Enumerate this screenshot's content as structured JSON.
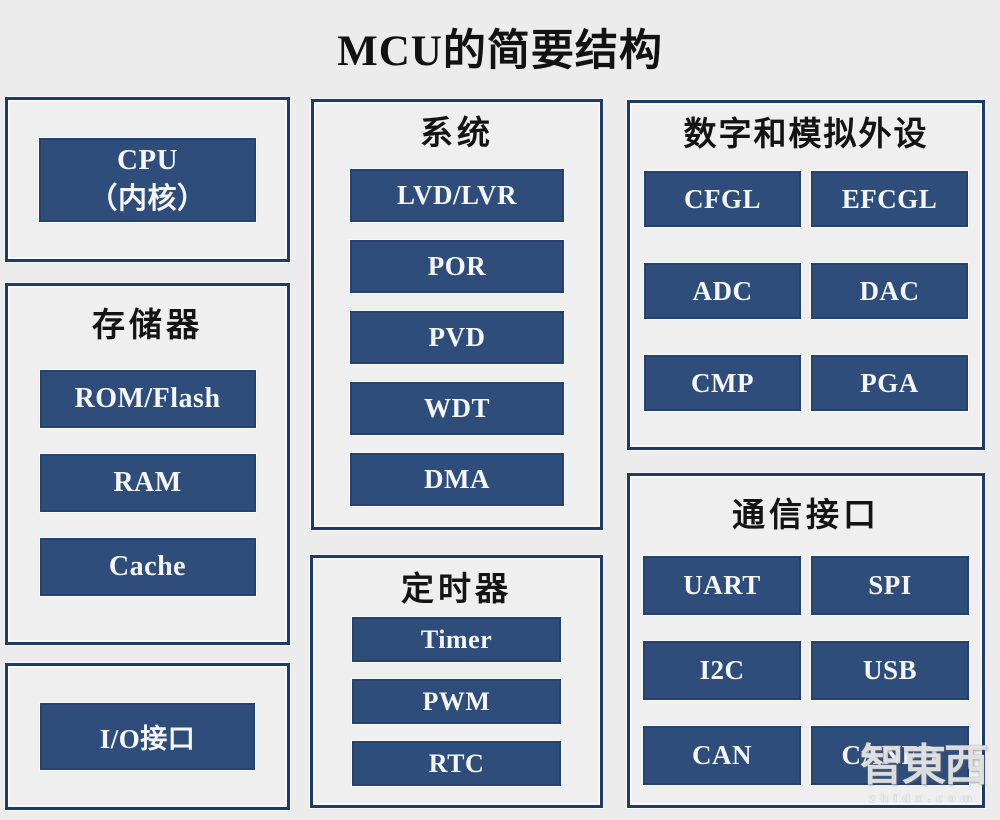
{
  "page": {
    "title": "MCU的简要结构",
    "background_color": "#ececec",
    "container_border_color": "#1e3a66",
    "block_fill_color": "#2e4d7b",
    "block_text_color": "#ffffff"
  },
  "sections": {
    "cpu": {
      "label": "CPU",
      "sublabel": "（内核）"
    },
    "memory": {
      "title": "存储器",
      "items": [
        "ROM/Flash",
        "RAM",
        "Cache"
      ]
    },
    "io": {
      "label": "I/O接口"
    },
    "system": {
      "title": "系统",
      "items": [
        "LVD/LVR",
        "POR",
        "PVD",
        "WDT",
        "DMA"
      ]
    },
    "timer": {
      "title": "定时器",
      "items": [
        "Timer",
        "PWM",
        "RTC"
      ]
    },
    "peripherals": {
      "title": "数字和模拟外设",
      "items": [
        "CFGL",
        "EFCGL",
        "ADC",
        "DAC",
        "CMP",
        "PGA"
      ]
    },
    "comm": {
      "title": "通信接口",
      "items": [
        "UART",
        "SPI",
        "I2C",
        "USB",
        "CAN",
        "CANFD"
      ]
    }
  },
  "watermark": {
    "logo": "智東西",
    "domain": "zhidx.com"
  }
}
